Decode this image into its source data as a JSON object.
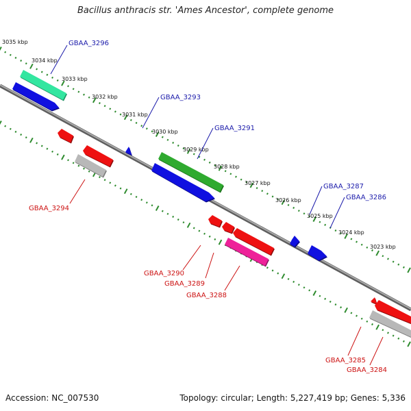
{
  "title": "Bacillus anthracis str. 'Ames Ancestor', complete genome",
  "footer": {
    "accession": "Accession: NC_007530",
    "summary": "Topology: circular; Length: 5,227,419 bp; Genes: 5,336"
  },
  "colors": {
    "backbone": "#8c8c8c",
    "tick": "#2e8b2e",
    "label_forward": "#1a1aaa",
    "label_reverse": "#cc1111",
    "cds_blue": "#1010e0",
    "cds_red": "#ee1111",
    "cds_green": "#2faa2f",
    "cds_teal": "#33e6a0",
    "cds_pink": "#ee2299",
    "cds_gray": "#b8b8b8"
  },
  "kbp_labels": [
    "3035 kbp",
    "3034 kbp",
    "3033 kbp",
    "3032 kbp",
    "3031 kbp",
    "3030 kbp",
    "3029 kbp",
    "3028 kbp",
    "3027 kbp",
    "3026 kbp",
    "3025 kbp",
    "3024 kbp",
    "3023 kbp"
  ],
  "gene_labels": {
    "forward": [
      "GBAA_3296",
      "GBAA_3293",
      "GBAA_3291",
      "GBAA_3287",
      "GBAA_3286"
    ],
    "reverse": [
      "GBAA_3294",
      "GBAA_3290",
      "GBAA_3289",
      "GBAA_3288",
      "GBAA_3285",
      "GBAA_3284"
    ]
  }
}
